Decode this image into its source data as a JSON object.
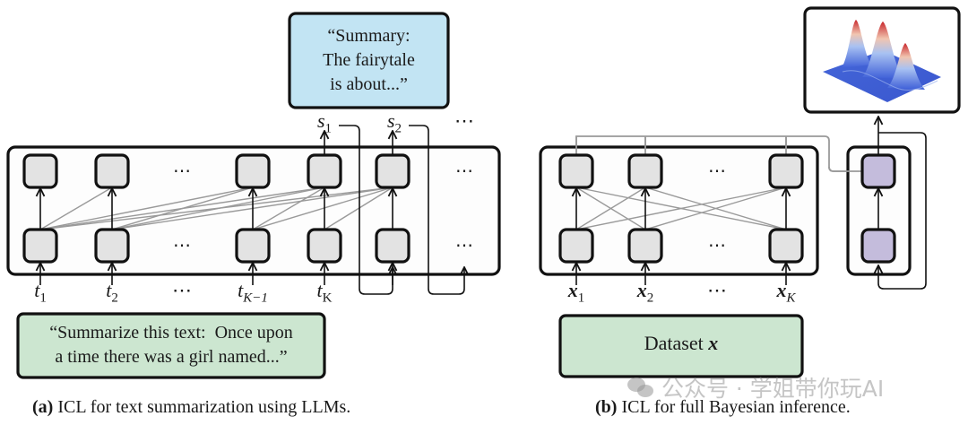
{
  "panel_a": {
    "output_box": {
      "lines": [
        "“Summary:",
        "The fairytale",
        "is about...”"
      ],
      "fill": "#c2e4f3"
    },
    "input_box": {
      "lines": [
        "“Summarize this text:  Once upon",
        "a time there was a girl named...”"
      ],
      "fill": "#cce6d0"
    },
    "token_labels": [
      {
        "base": "t",
        "sub": "1"
      },
      {
        "base": "t",
        "sub": "2"
      },
      {
        "base": "⋯",
        "sub": ""
      },
      {
        "base": "t",
        "sub": "K−1"
      },
      {
        "base": "t",
        "sub": "K"
      }
    ],
    "output_labels": [
      {
        "base": "s",
        "sub": "1"
      },
      {
        "base": "s",
        "sub": "2"
      },
      {
        "base": "⋯",
        "sub": ""
      }
    ],
    "ellipsis": "⋯",
    "caption_label": "(a)",
    "caption_text": " ICL for text summarization using LLMs."
  },
  "panel_b": {
    "dataset_box": {
      "text": "Dataset ",
      "math": "x",
      "fill": "#cce6d0"
    },
    "data_labels": [
      {
        "base": "x",
        "sub": "1"
      },
      {
        "base": "x",
        "sub": "2"
      },
      {
        "base": "⋯",
        "sub": ""
      },
      {
        "base": "x",
        "sub": "K"
      }
    ],
    "ellipsis": "⋯",
    "posterior_plot": "3d-multimodal-density-surface",
    "caption_label": "(b)",
    "caption_text": " ICL for full Bayesian inference."
  },
  "colors": {
    "node_fill": "#e3e3e3",
    "query_node_fill": "#c4bcdc",
    "attention_line": "#9a9a9a",
    "stroke": "#111111",
    "container_fill": "#fdfdfd"
  },
  "watermark": "公众号 · 学姐带你玩AI"
}
